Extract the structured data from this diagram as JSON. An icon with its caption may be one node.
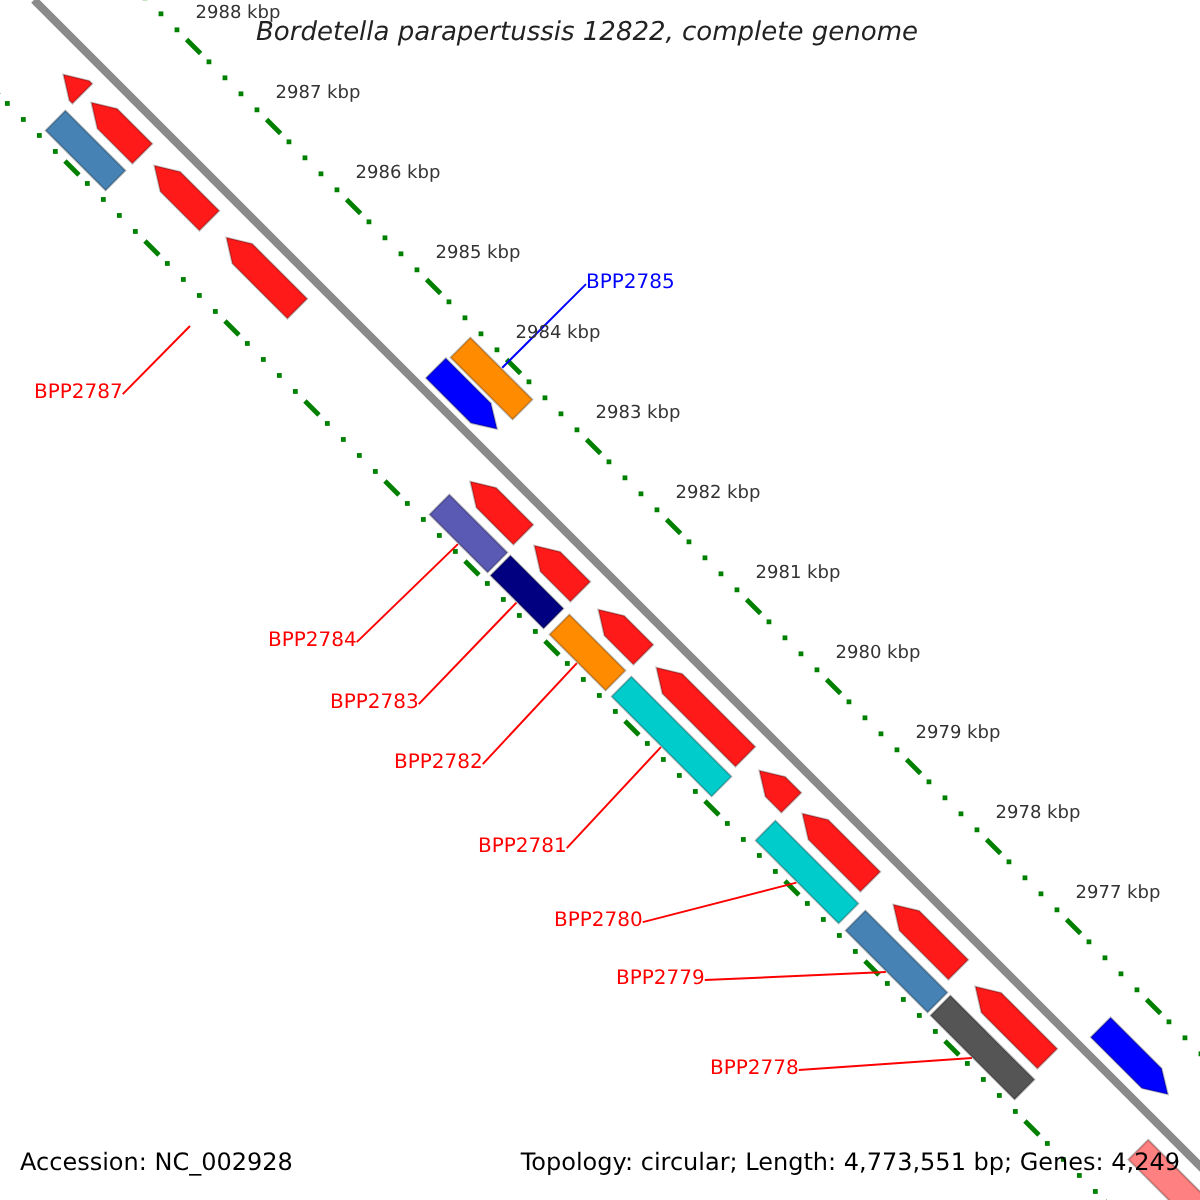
{
  "diagram": {
    "title": "Bordetella parapertussis 12822, complete genome",
    "nodes": [
      {
        "text": [
          "BPP2785"
        ]
      },
      {
        "text": [],
        "shape": "bar"
      },
      {
        "text": [
          "BPP2787"
        ]
      },
      {
        "text": [],
        "shape": "bar"
      },
      {
        "text": [
          "BPP2784"
        ]
      },
      {
        "text": [],
        "shape": "bar"
      },
      {
        "text": [
          "BPP2783"
        ]
      },
      {
        "text": [],
        "shape": "bar"
      },
      {
        "text": [
          "BPP2782"
        ]
      },
      {
        "text": [],
        "shape": "bar"
      },
      {
        "text": [
          "BPP2781"
        ]
      },
      {
        "text": [],
        "shape": "bar"
      },
      {
        "text": [
          "BPP2780"
        ]
      },
      {
        "text": [],
        "shape": "bar"
      },
      {
        "text": [
          "BPP2779"
        ]
      },
      {
        "text": [],
        "shape": "bar"
      },
      {
        "text": [
          "BPP2778"
        ]
      }
    ],
    "edges": [
      {
        "from": 0,
        "to": 1,
        "arrow": "none",
        "color": "#0000ff"
      },
      {
        "from": 2,
        "to": null,
        "arrow": "none"
      },
      {
        "from": 4,
        "to": 3,
        "arrow": "none"
      },
      {
        "from": 6,
        "to": 5,
        "arrow": "none"
      },
      {
        "from": 8,
        "to": 7,
        "arrow": "none"
      },
      {
        "from": 10,
        "to": 9,
        "arrow": "none"
      },
      {
        "from": 12,
        "to": 11,
        "arrow": "none"
      },
      {
        "from": 14,
        "to": 13,
        "arrow": "none"
      },
      {
        "from": 16,
        "to": 15,
        "arrow": "none"
      }
    ],
    "labels": [
      "2988 kbp",
      "2987 kbp",
      "2986 kbp",
      "2985 kbp",
      "2984 kbp",
      "2983 kbp",
      "2982 kbp",
      "2981 kbp",
      "2980 kbp",
      "2979 kbp",
      "2978 kbp",
      "2977 kbp",
      "Accession: NC_002928",
      "Topology: circular; Length: 4,773,551 bp; Genes: 4,249"
    ]
  }
}
